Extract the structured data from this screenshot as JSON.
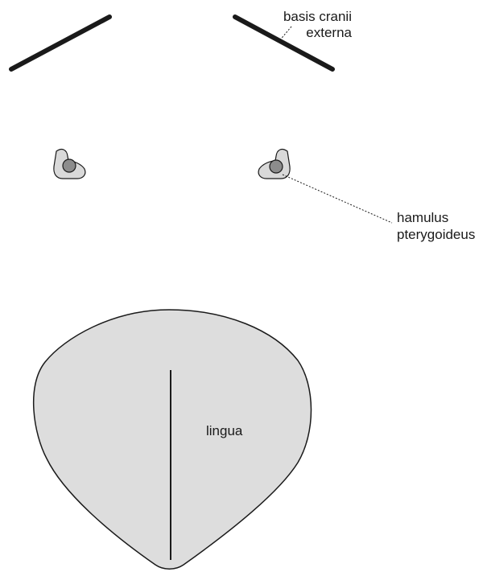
{
  "labels": {
    "basis_line1": "basis cranii",
    "basis_line2": "externa",
    "hamulus_line1": "hamulus",
    "hamulus_line2": "pterygoideus",
    "lingua": "lingua"
  },
  "colors": {
    "stroke": "#1a1a1a",
    "tongue_fill": "#dddddd",
    "hamulus_plate_fill": "#d9d9d9",
    "hamulus_core_fill": "#8c8c8c"
  }
}
